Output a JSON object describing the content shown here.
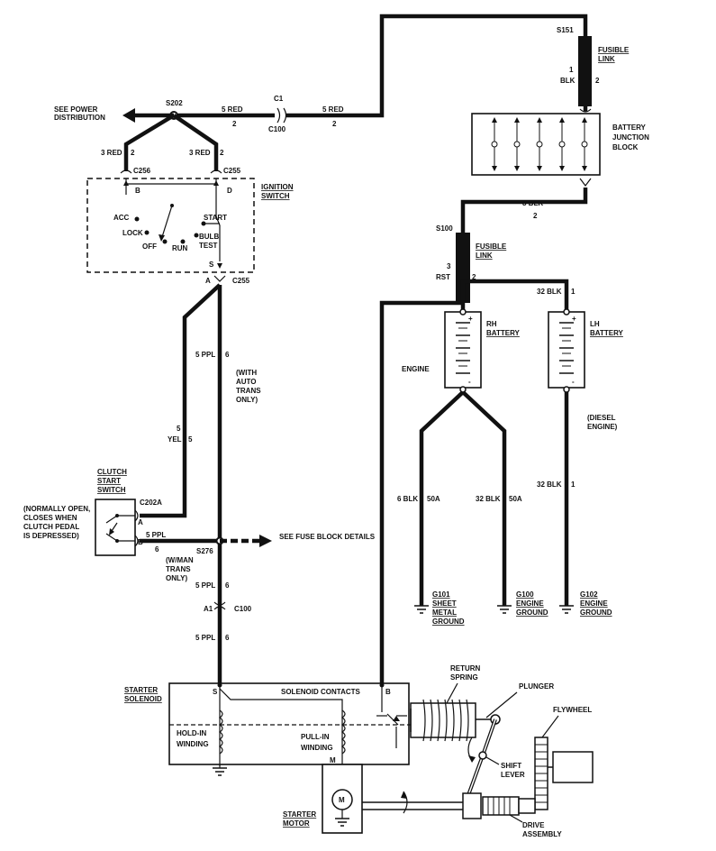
{
  "power": {
    "splice_s202": "S202",
    "arrow_label": [
      "SEE POWER",
      "DISTRIBUTION"
    ],
    "wire_top_left": {
      "gauge": "5 RED",
      "circuit": "2"
    },
    "connector_c1": "C1",
    "connector_c100_top": "C100",
    "wire_top_right": {
      "gauge": "5 RED",
      "circuit": "2"
    },
    "splice_s151": "S151",
    "fusible_link_top": [
      "FUSIBLE",
      "LINK"
    ],
    "fl_top_wire": {
      "pin": "1",
      "color": "BLK",
      "circuit": "2"
    },
    "battery_junction_block": [
      "BATTERY",
      "JUNCTION",
      "BLOCK"
    ],
    "wire_8blk": {
      "gauge": "8 BLK",
      "circuit": "2"
    },
    "splice_s100": "S100",
    "fusible_link_mid": [
      "FUSIBLE",
      "LINK"
    ],
    "fl_mid_wire": {
      "pin": "3",
      "color": "RST",
      "circuit": "2"
    }
  },
  "ignition": {
    "left_feed": {
      "gauge": "3 RED",
      "circuit": "2",
      "connector": "C256"
    },
    "right_feed": {
      "gauge": "3 RED",
      "circuit": "2",
      "connector": "C255"
    },
    "title": [
      "IGNITION",
      "SWITCH"
    ],
    "terminal_b": "B",
    "terminal_d": "D",
    "terminal_s": "S",
    "positions": {
      "acc": "ACC",
      "lock": "LOCK",
      "off": "OFF",
      "run": "RUN",
      "start": "START",
      "bulb_test": [
        "BULB",
        "TEST"
      ]
    },
    "bottom_terminal": "A",
    "bottom_connector": "C255"
  },
  "start_circuit": {
    "wire_5ppl_upper": {
      "gauge": "5 PPL",
      "circuit": "6"
    },
    "auto_trans_note": [
      "(WITH",
      "AUTO",
      "TRANS",
      "ONLY)"
    ],
    "wire_yel": {
      "size": "5",
      "color": "YEL",
      "circuit": "5"
    },
    "clutch_switch": [
      "CLUTCH",
      "START",
      "SWITCH"
    ],
    "clutch_connector": "C202A",
    "clutch_note": [
      "(NORMALLY OPEN,",
      "CLOSES WHEN",
      "CLUTCH PEDAL",
      "IS DEPRESSED)"
    ],
    "clutch_term_a": "A",
    "clutch_term_b": "B",
    "clutch_wire": {
      "gauge": "5 PPL",
      "circuit": "6"
    },
    "splice_s276": "S276",
    "fuse_arrow": "SEE FUSE BLOCK DETAILS",
    "man_trans_note": [
      "(W/MAN",
      "TRANS",
      "ONLY)"
    ],
    "wire_5ppl_mid": {
      "gauge": "5 PPL",
      "circuit": "6"
    },
    "connector_a1": "A1",
    "connector_c100": "C100",
    "wire_5ppl_low": {
      "gauge": "5 PPL",
      "circuit": "6"
    }
  },
  "batteries": {
    "rh": [
      "RH",
      "BATTERY"
    ],
    "lh": [
      "LH",
      "BATTERY"
    ],
    "engine_label": "ENGINE",
    "diesel_note": [
      "(DIESEL",
      "ENGINE)"
    ],
    "lh_feed": {
      "gauge": "32 BLK",
      "circuit": "1"
    },
    "rh_plus": "+",
    "rh_minus": "-",
    "lh_plus": "+",
    "lh_minus": "-",
    "ground_6blk": {
      "gauge": "6 BLK",
      "circuit": "50A"
    },
    "ground_32blk": {
      "gauge": "32 BLK",
      "circuit": "50A"
    },
    "ground_lh": {
      "gauge": "32 BLK",
      "circuit": "1"
    },
    "g101": [
      "G101",
      "SHEET",
      "METAL",
      "GROUND"
    ],
    "g100": [
      "G100",
      "ENGINE",
      "GROUND"
    ],
    "g102": [
      "G102",
      "ENGINE",
      "GROUND"
    ]
  },
  "starter": {
    "solenoid_label": [
      "STARTER",
      "SOLENOID"
    ],
    "solenoid_contacts": "SOLENOID CONTACTS",
    "term_s": "S",
    "term_b": "B",
    "term_m": "M",
    "hold_in": [
      "HOLD-IN",
      "WINDING"
    ],
    "pull_in": [
      "PULL-IN",
      "WINDING"
    ],
    "return_spring": [
      "RETURN",
      "SPRING"
    ],
    "plunger": "PLUNGER",
    "flywheel": "FLYWHEEL",
    "shift_lever": [
      "SHIFT",
      "LEVER"
    ],
    "drive_assembly": [
      "DRIVE",
      "ASSEMBLY"
    ],
    "motor_label": [
      "STARTER",
      "MOTOR"
    ],
    "motor_symbol": "M"
  }
}
